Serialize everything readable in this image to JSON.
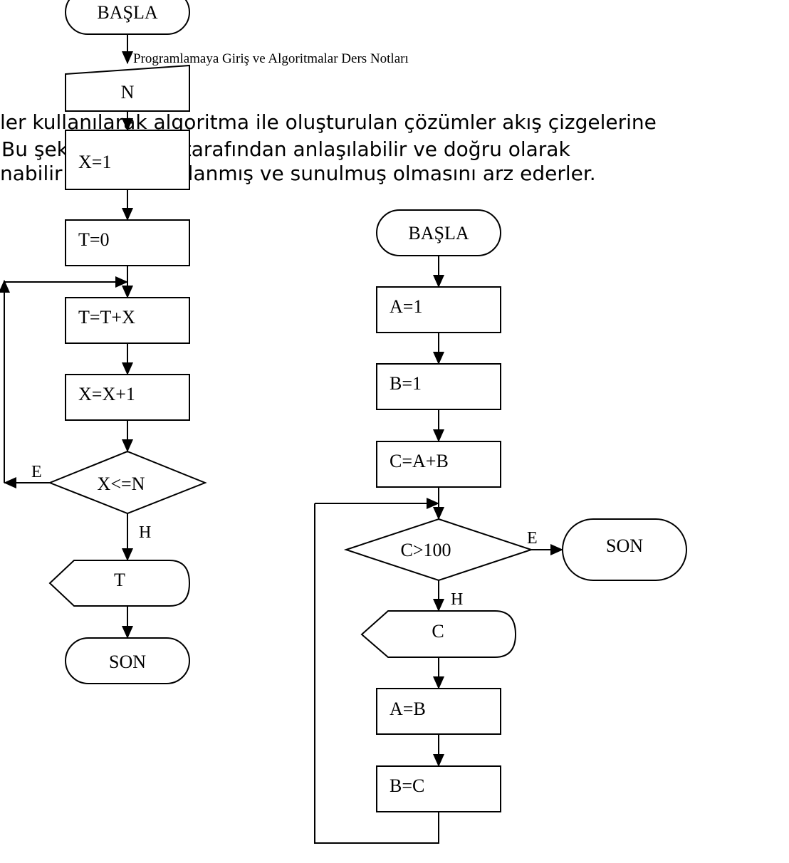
{
  "background_text": {
    "line1": "ler kullanılarak algoritma ile oluşturulan çözümler akış çizgelerine",
    "line2": "Bu şekilde herkes tarafından anlaşılabilir ve doğru olarak",
    "line3": "nabilir olarak tasarlanmış ve sunulmuş olmasını arz ederler."
  },
  "header_note": "Programlamaya Giriş ve Algoritmalar Ders Notları",
  "left_flow": {
    "start": "BAŞLA",
    "input": "N",
    "step_x_init": "X=1",
    "step_t_init": "T=0",
    "step_t_add": "T=T+X",
    "step_x_inc": "X=X+1",
    "decision": "X<=N",
    "yes_label": "E",
    "no_label": "H",
    "output": "T",
    "end": "SON"
  },
  "right_flow": {
    "start": "BAŞLA",
    "step_a_init": "A=1",
    "step_b_init": "B=1",
    "step_c_sum": "C=A+B",
    "decision": "C>100",
    "yes_label": "E",
    "no_label": "H",
    "end": "SON",
    "output": "C",
    "step_a_shift": "A=B",
    "step_b_shift": "B=C"
  }
}
